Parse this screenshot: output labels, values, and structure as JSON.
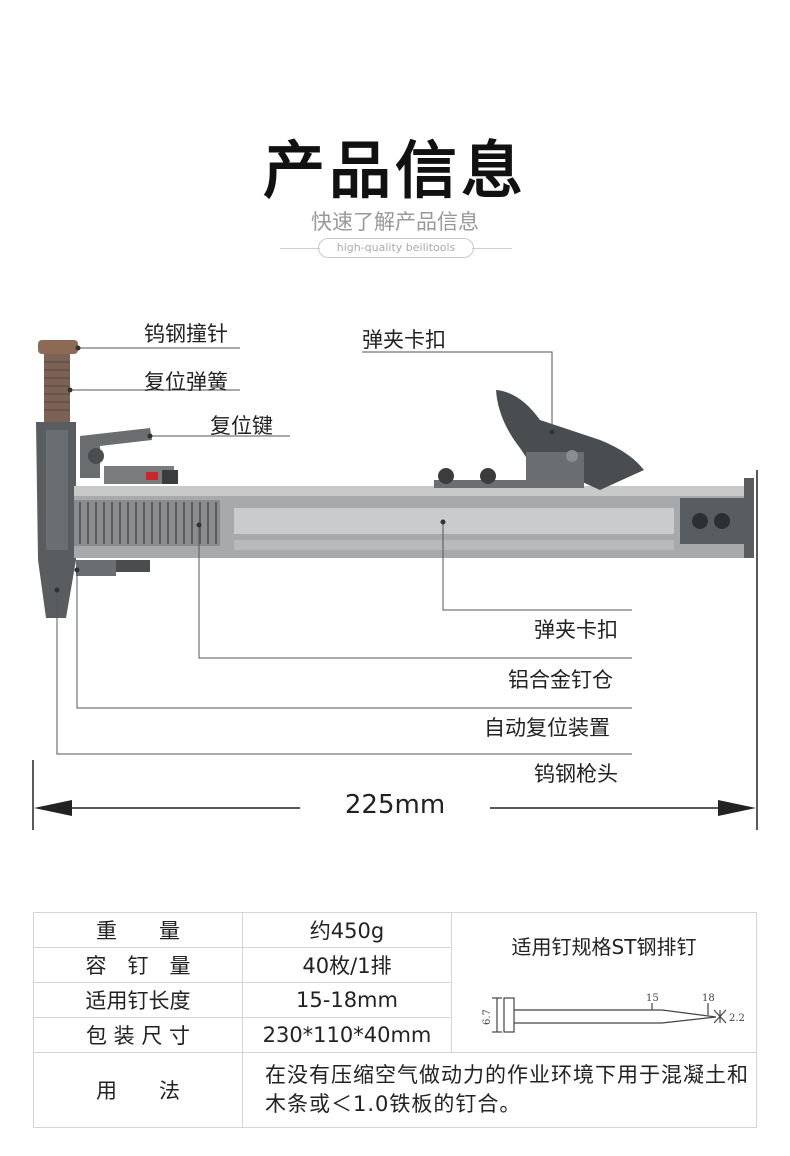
{
  "header": {
    "title": "产品信息",
    "subtitle": "快速了解产品信息",
    "tagline": "high-quality beilitools"
  },
  "callouts": {
    "striker_pin": "钨钢撞针",
    "reset_spring": "复位弹簧",
    "reset_key": "复位键",
    "clip_buckle_top": "弹夹卡扣",
    "clip_buckle": "弹夹卡扣",
    "magazine": "铝合金钉仓",
    "auto_reset": "自动复位装置",
    "gun_head": "钨钢枪头"
  },
  "dimension": {
    "length": "225mm"
  },
  "specs": {
    "rows": [
      {
        "key": "重　　量",
        "value": "约450g"
      },
      {
        "key": "容　钉　量",
        "value": "40枚/1排"
      },
      {
        "key": "适用钉长度",
        "value": "15-18mm"
      },
      {
        "key": "包 装 尺 寸",
        "value": "230*110*40mm"
      }
    ],
    "usage_key": "用　　法",
    "usage_value": "在没有压缩空气做动力的作业环境下用于混凝土和木条或＜1.0铁板的钉合。",
    "nail_title": "适用钉规格ST钢排钉",
    "nail_dims": {
      "length_a": "15",
      "length_b": "18",
      "head": "6.7",
      "shank": "2.2"
    }
  },
  "colors": {
    "body": "#8a8c8d",
    "dark": "#4a4d4f",
    "bronze": "#8c6a55",
    "accent_red": "#c8272b"
  }
}
